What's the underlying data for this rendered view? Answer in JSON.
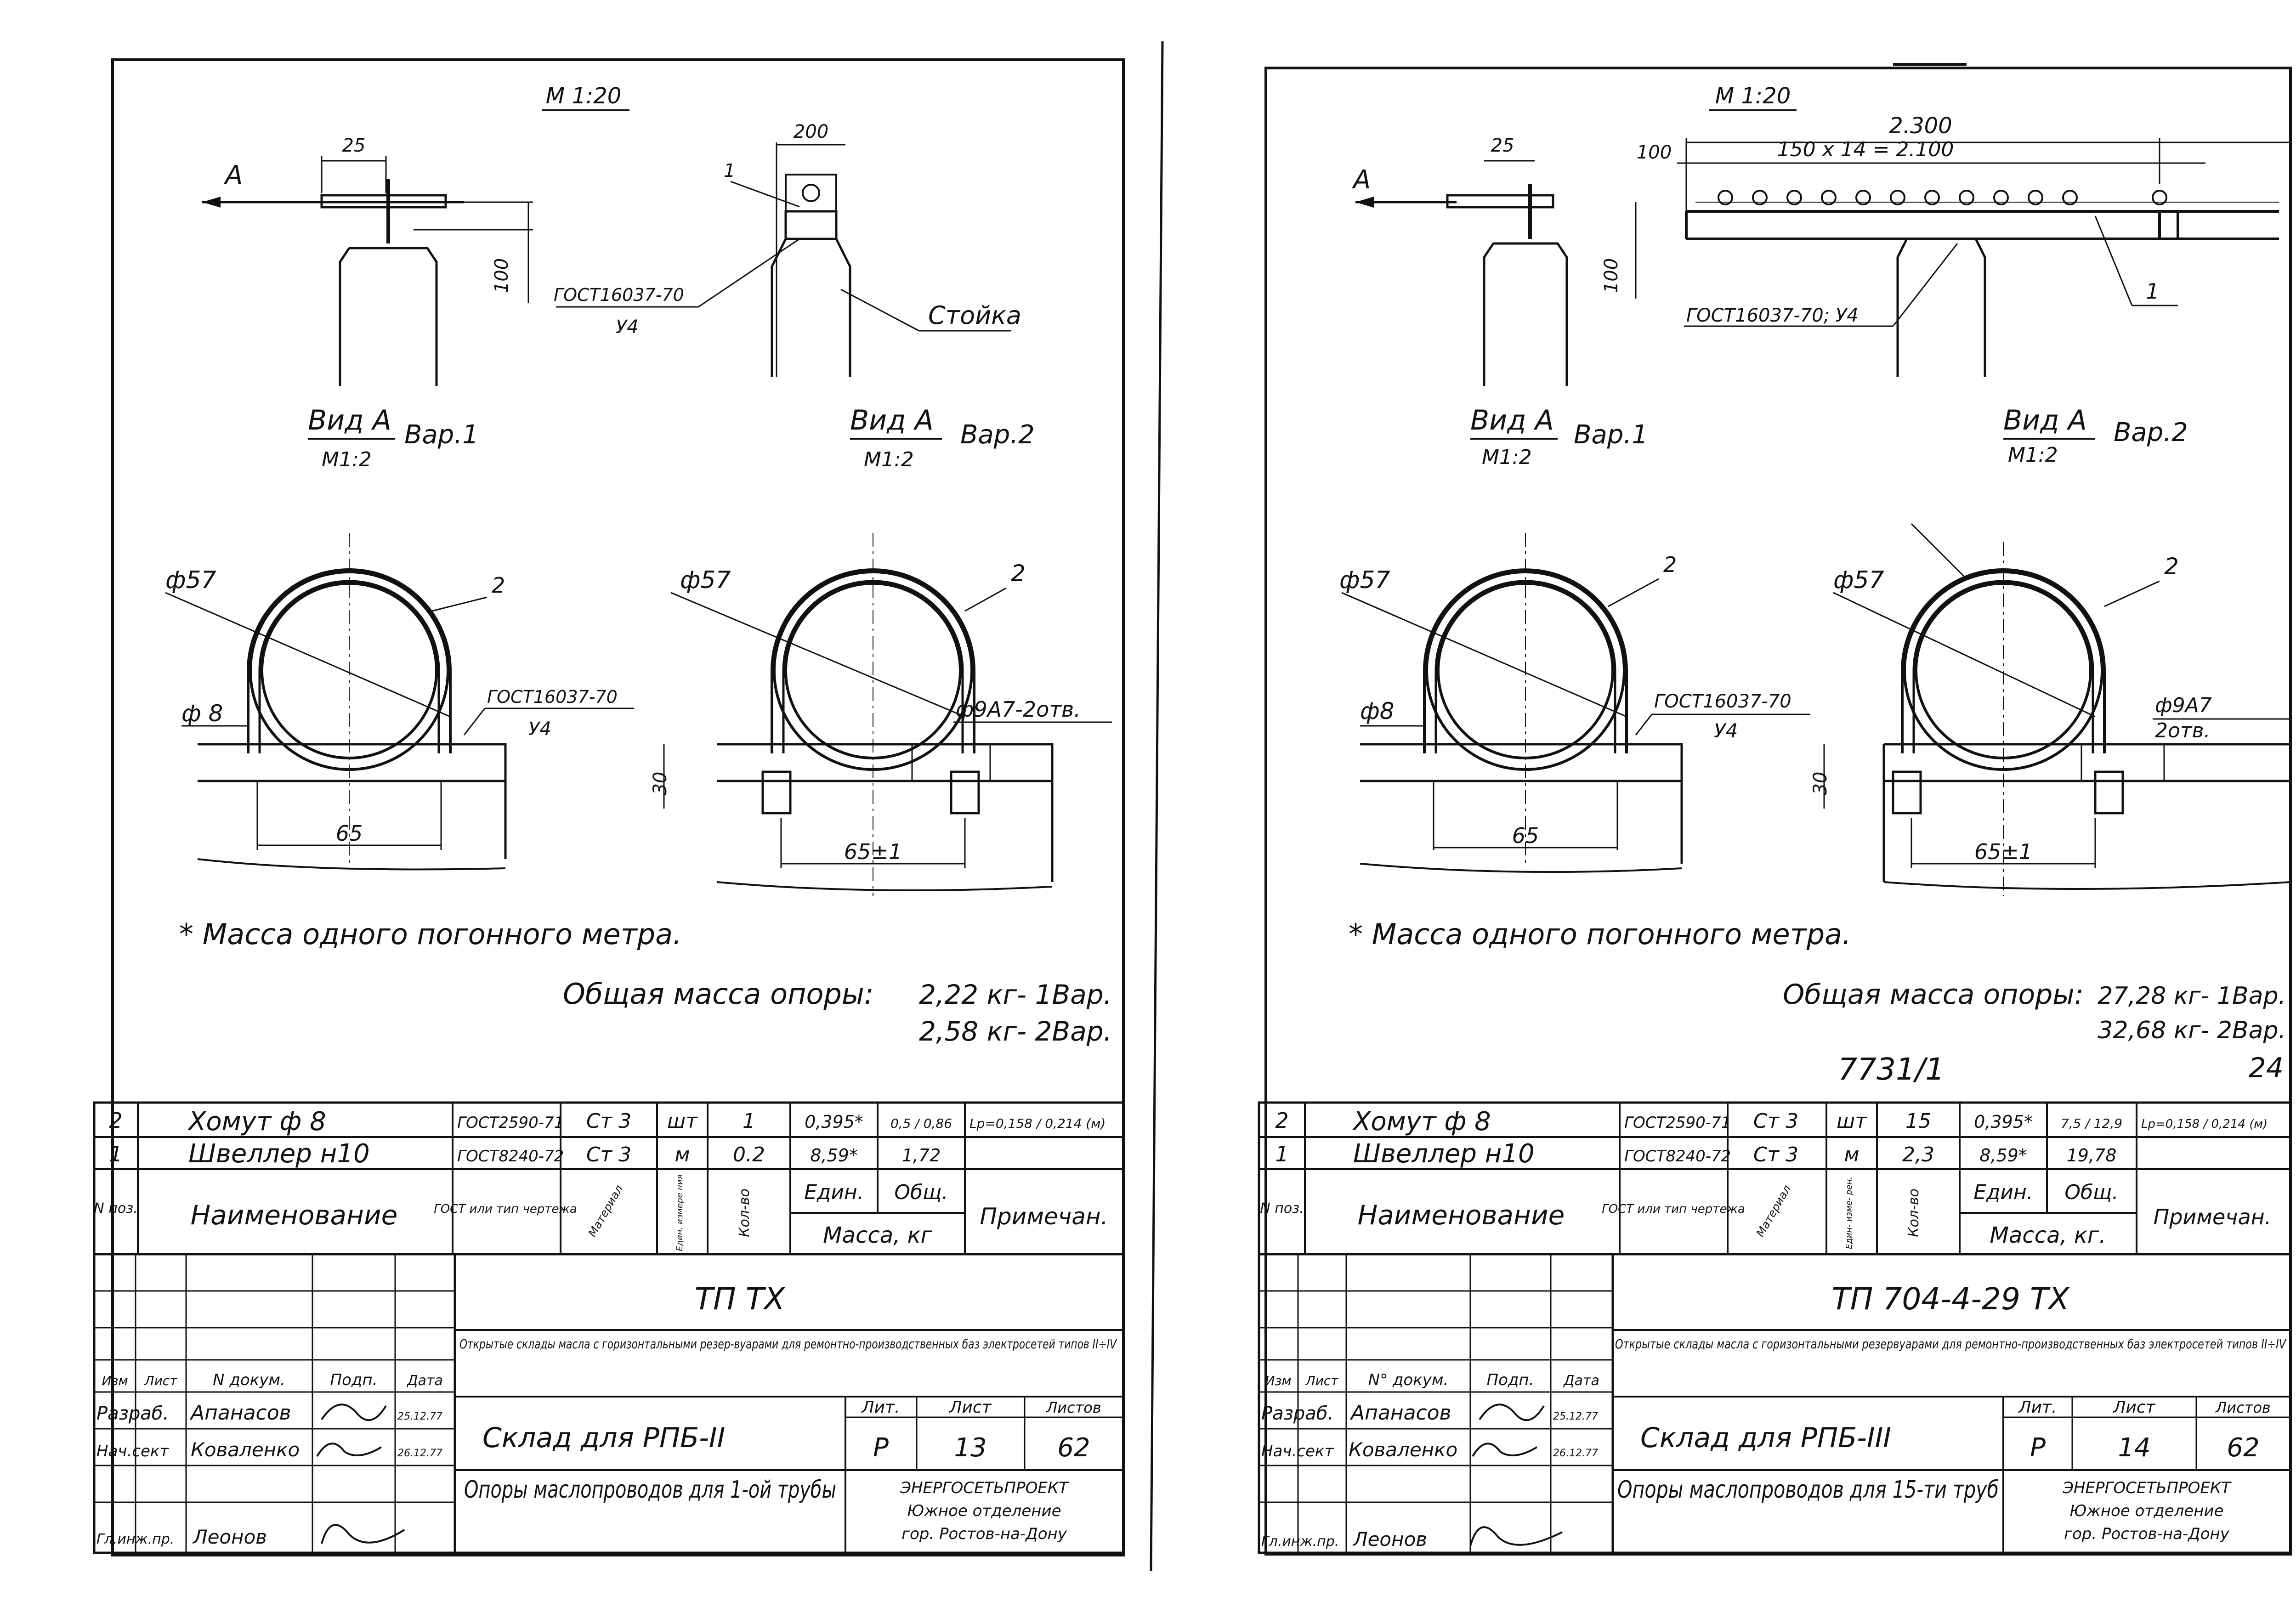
{
  "divider_color": "#222222",
  "left": {
    "scale_top": "М 1:20",
    "view_arrow": "A",
    "dim_25": "25",
    "dim_100": "100",
    "dim_200": "200",
    "pos_1": "1",
    "weld_gost": "ГОСТ16037-70",
    "weld_y4": "У4",
    "stoyka": "Стойка",
    "view1_title": "Вид А",
    "view1_scale": "М1:2",
    "view1_var": "Вар.1",
    "view2_title": "Вид А",
    "view2_scale": "М1:2",
    "view2_var": "Вар.2",
    "phi57_a": "ф57",
    "phi57_b": "ф57",
    "pos_2a": "2",
    "pos_2b": "2",
    "phi8": "ф 8",
    "weld2_gost": "ГОСТ16037-70",
    "weld2_y4": "У4",
    "hole": "ф9А7-2отв.",
    "dim_30": "30",
    "dim_65": "65",
    "dim_65pm": "65±1",
    "note": "* Масса одного погонного  метра.",
    "total_mass_label": "Общая масса опоры:",
    "total_mass_1": "2,22 кг- 1Вар.",
    "total_mass_2": "2,58 кг- 2Вар.",
    "spec": {
      "rows": [
        {
          "pos": "2",
          "name": "Хомут ф 8",
          "gost": "ГОСТ2590-71",
          "mat": "Ст 3",
          "unit": "шт",
          "qty": "1",
          "unit_mass": "0,395*",
          "total_mass": "0,5 / 0,86",
          "note": "Lр=0,158 / 0,214 (м)"
        },
        {
          "pos": "1",
          "name": "Швеллер н10",
          "gost": "ГОСТ8240-72",
          "mat": "Ст 3",
          "unit": "м",
          "qty": "0.2",
          "unit_mass": "8,59*",
          "total_mass": "1,72",
          "note": ""
        }
      ],
      "hdr_pos": "N поз.",
      "hdr_name": "Наименование",
      "hdr_gost": "ГОСТ или тип чертежа",
      "hdr_mat": "Материал",
      "hdr_unit": "Един. измере ния",
      "hdr_qty": "Кол-во",
      "hdr_unit_mass": "Един.",
      "hdr_total_mass": "Общ.",
      "hdr_mass": "Масса, кг",
      "hdr_note": "Примечан."
    },
    "stamp": {
      "code": "ТП                    ТХ",
      "desc": "Открытые склады масла с горизонтальными резер-вуарами для ремонтно-производственных баз электросетей  типов  II÷IV",
      "col_izm": "Изм",
      "col_list": "Лист",
      "col_doc": "N докум.",
      "col_sign": "Подп.",
      "col_date": "Дата",
      "role1": "Разраб.",
      "name1": "Апанасов",
      "date1": "25.12.77",
      "role2": "Нач.сект",
      "name2": "Коваленко",
      "date2": "26.12.77",
      "role3": "Гл.инж.пр.",
      "name3": "Леонов",
      "title": "Склад для РПБ-II",
      "subtitle": "Опоры маслопроводов для 1-ой трубы",
      "lit_hdr": "Лит.",
      "sheet_hdr": "Лист",
      "sheets_hdr": "Листов",
      "lit": "Р",
      "sheet": "13",
      "sheets": "62",
      "org1": "ЭНЕРГОСЕТЬПРОЕКТ",
      "org2": "Южное отделение",
      "org3": "гор. Ростов-на-Дону"
    }
  },
  "right": {
    "scale_top": "М 1:20",
    "view_arrow": "A",
    "dim_25": "25",
    "dim_100": "100",
    "dim_100b": "100",
    "dim_2300": "2.300",
    "dim_pitch": "150 x 14 = 2.100",
    "pos_1": "1",
    "weld_gost": "ГОСТ16037-70;  У4",
    "view1_title": "Вид А",
    "view1_scale": "М1:2",
    "view1_var": "Вар.1",
    "view2_title": "Вид А",
    "view2_scale": "М1:2",
    "view2_var": "Вар.2",
    "phi57_a": "ф57",
    "phi57_b": "ф57",
    "pos_2a": "2",
    "pos_2b": "2",
    "phi8": "ф8",
    "weld2_gost": "ГОСТ16037-70",
    "weld2_y4": "У4",
    "hole1": "ф9А7",
    "hole2": "2отв.",
    "dim_30": "30",
    "dim_65": "65",
    "dim_65pm": "65±1",
    "note": "* Масса одного погонного  метра.",
    "total_mass_label": "Общая масса опоры:",
    "total_mass_1": "27,28 кг- 1Вар.",
    "total_mass_2": "32,68 кг- 2Вар.",
    "archive_no": "7731/1",
    "page_no": "24",
    "spec": {
      "rows": [
        {
          "pos": "2",
          "name": "Хомут ф 8",
          "gost": "ГОСТ2590-71",
          "mat": "Ст 3",
          "unit": "шт",
          "qty": "15",
          "unit_mass": "0,395*",
          "total_mass": "7,5 / 12,9",
          "note": "Lр=0,158 / 0,214 (м)"
        },
        {
          "pos": "1",
          "name": "Швеллер н10",
          "gost": "ГОСТ8240-72",
          "mat": "Ст 3",
          "unit": "м",
          "qty": "2,3",
          "unit_mass": "8,59*",
          "total_mass": "19,78",
          "note": ""
        }
      ],
      "hdr_pos": "N поз.",
      "hdr_name": "Наименование",
      "hdr_gost": "ГОСТ или тип чертежа",
      "hdr_mat": "Материал",
      "hdr_unit": "Един- изме- рен.",
      "hdr_qty": "Кол-во",
      "hdr_unit_mass": "Един.",
      "hdr_total_mass": "Общ.",
      "hdr_mass": "Масса, кг.",
      "hdr_note": "Примечан."
    },
    "stamp": {
      "code": "ТП  704-4-29  ТХ",
      "desc": "Открытые склады масла с горизонтальными резервуарами для ремонтно-производственных баз электросетей  типов  II÷IV",
      "col_izm": "Изм",
      "col_list": "Лист",
      "col_doc": "N° докум.",
      "col_sign": "Подп.",
      "col_date": "Дата",
      "role1": "Разраб.",
      "name1": "Апанасов",
      "date1": "25.12.77",
      "role2": "Нач.сект",
      "name2": "Коваленко",
      "date2": "26.12.77",
      "role3": "Гл.инж.пр.",
      "name3": "Леонов",
      "title": "Склад для РПБ-III",
      "subtitle": "Опоры маслопроводов для 15-ти труб",
      "lit_hdr": "Лит.",
      "sheet_hdr": "Лист",
      "sheets_hdr": "Листов",
      "lit": "Р",
      "sheet": "14",
      "sheets": "62",
      "org1": "ЭНЕРГОСЕТЬПРОЕКТ",
      "org2": "Южное отделение",
      "org3": "гор. Ростов-на-Дону"
    }
  }
}
